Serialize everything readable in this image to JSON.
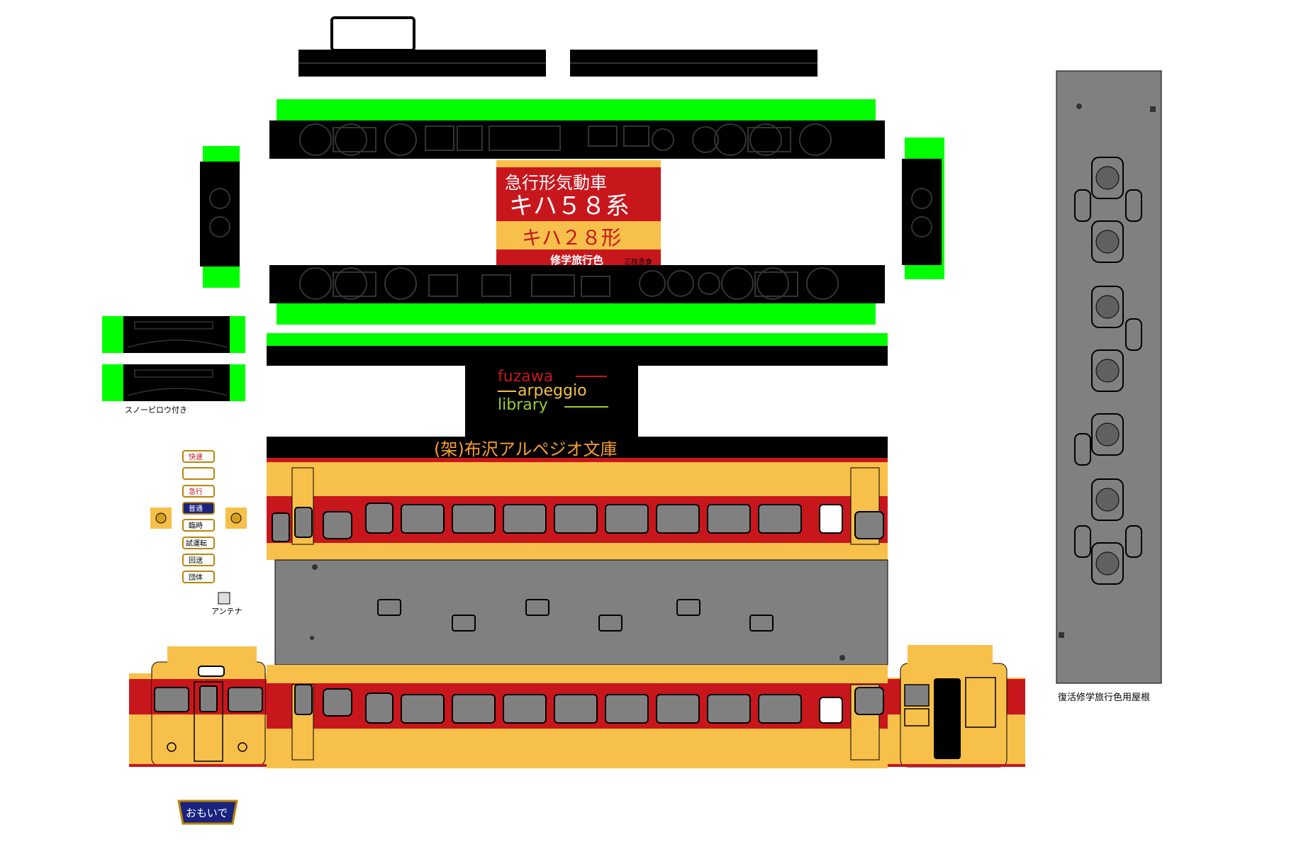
{
  "title_plate": {
    "line1": "急行形気動車",
    "line2": "キハ５８系",
    "line3": "キハ２８形",
    "line4": "修学旅行色",
    "line5": "三枝丞食"
  },
  "logo": {
    "word1": "fuzawa",
    "word2": "arpeggio",
    "word3": "library"
  },
  "publisher_banner": "(架)布沢アルペジオ文庫",
  "labels": {
    "snow_plow": "スノーピロウ付き",
    "antenna": "アンテナ",
    "roof_caption": "復活修学旅行色用屋根"
  },
  "destination_signs": [
    "快速",
    "",
    "急行",
    "普通",
    "臨時",
    "試運転",
    "回送",
    "団体"
  ],
  "headmark": "おもいで",
  "colors": {
    "cream": "#f7c04a",
    "red": "#c8161d",
    "green": "#00ff00",
    "roof_gray": "#808080",
    "window_gray": "#808080",
    "black": "#000000"
  }
}
